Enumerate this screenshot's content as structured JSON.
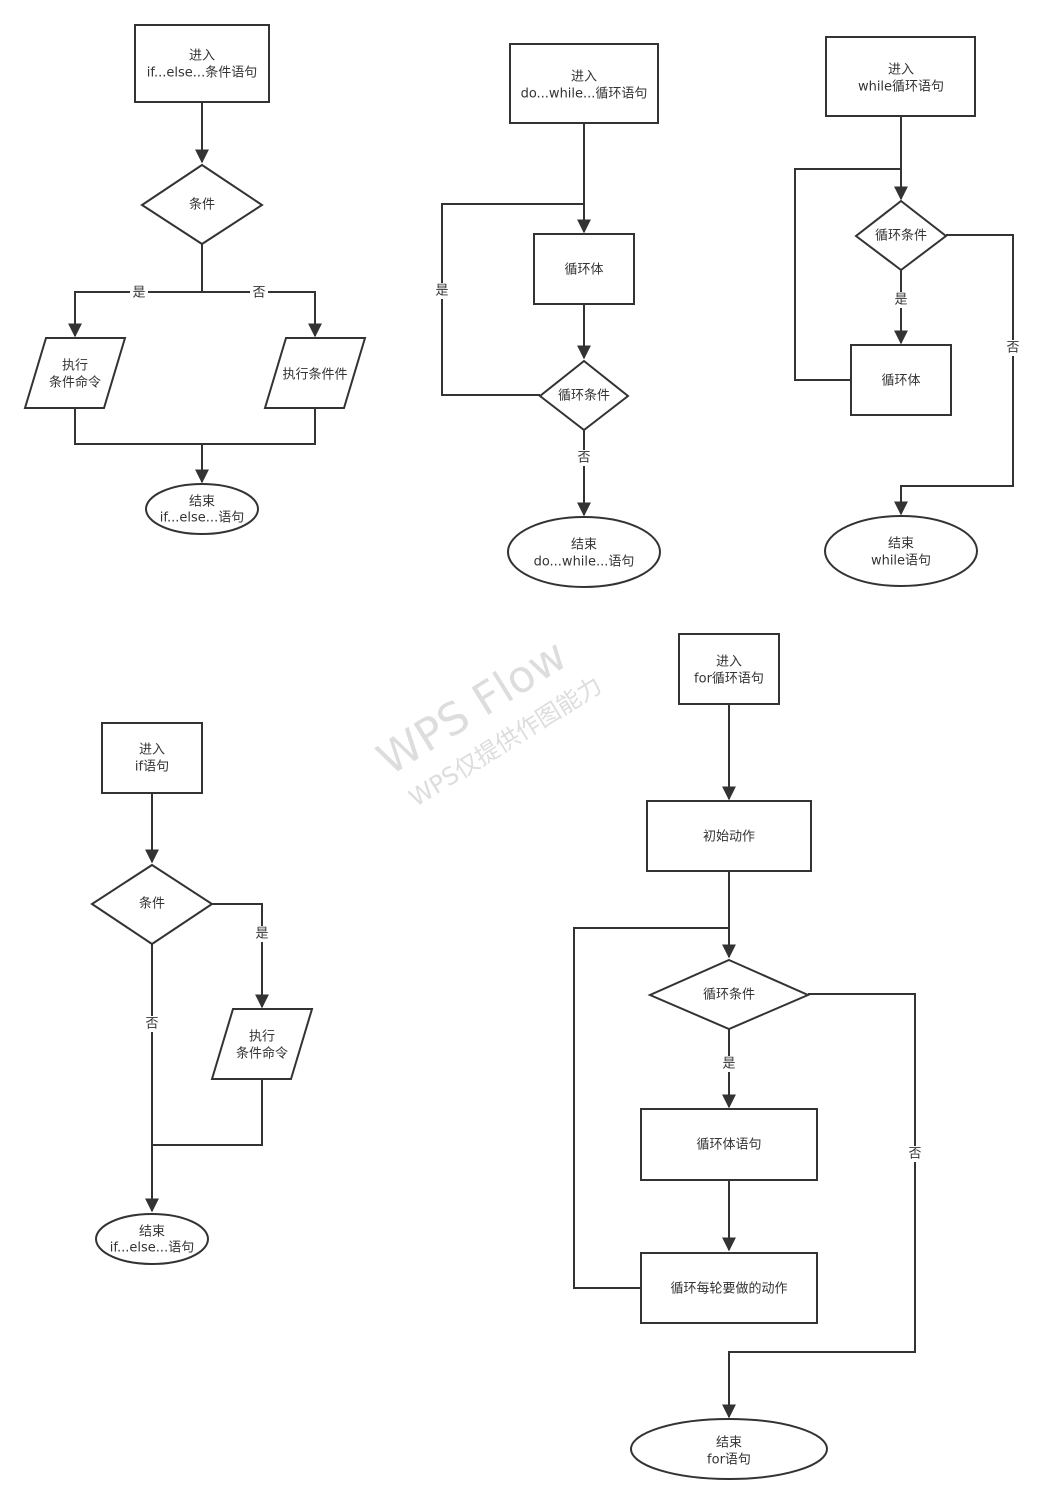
{
  "watermark": {
    "line1": "WPS Flow",
    "line2": "WPS仅提供作图能力"
  },
  "colors": {
    "stroke": "#333333",
    "fill": "#ffffff",
    "watermark": "#dddddd"
  },
  "flowcharts": {
    "if_else": {
      "start": [
        "进入",
        "if...else...条件语句"
      ],
      "condition": "条件",
      "yes_label": "是",
      "no_label": "否",
      "yes_action": [
        "执行",
        "条件命令"
      ],
      "no_action": "执行条件件",
      "end": [
        "结束",
        "if...else...语句"
      ]
    },
    "do_while": {
      "start": [
        "进入",
        "do...while...循环语句"
      ],
      "body": "循环体",
      "condition": "循环条件",
      "yes_label": "是",
      "no_label": "否",
      "end": [
        "结束",
        "do...while...语句"
      ]
    },
    "while": {
      "start": [
        "进入",
        "while循环语句"
      ],
      "condition": "循环条件",
      "yes_label": "是",
      "no_label": "否",
      "body": "循环体",
      "end": [
        "结束",
        "while语句"
      ]
    },
    "if": {
      "start": [
        "进入",
        "if语句"
      ],
      "condition": "条件",
      "yes_label": "是",
      "no_label": "否",
      "action": [
        "执行",
        "条件命令"
      ],
      "end": [
        "结束",
        "if...else...语句"
      ]
    },
    "for": {
      "start": [
        "进入",
        "for循环语句"
      ],
      "init": "初始动作",
      "condition": "循环条件",
      "yes_label": "是",
      "no_label": "否",
      "body": "循环体语句",
      "step": "循环每轮要做的动作",
      "end": [
        "结束",
        "for语句"
      ]
    }
  }
}
